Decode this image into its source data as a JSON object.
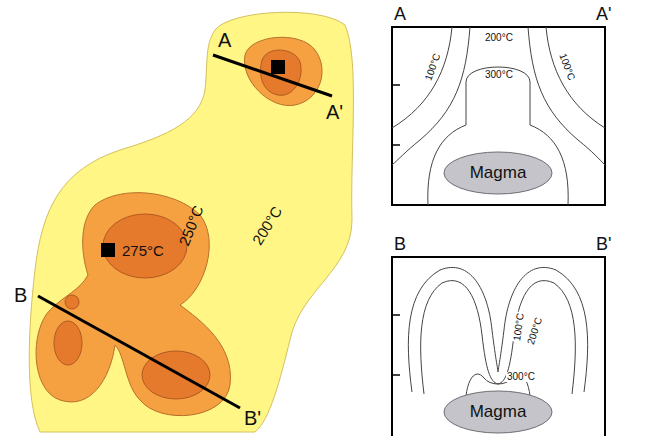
{
  "diagram": {
    "nodes": [
      {
        "text": [
          "Magma"
        ]
      },
      {
        "text": [
          "Magma"
        ]
      }
    ],
    "labels": [
      "A",
      "A'",
      "250°C",
      "275°C",
      "200°C",
      "B",
      "B'",
      "A",
      "A'",
      "100°C",
      "200°C",
      "100°C",
      "300°C",
      "B",
      "B'",
      "100°C",
      "200°C",
      "300°C"
    ]
  }
}
